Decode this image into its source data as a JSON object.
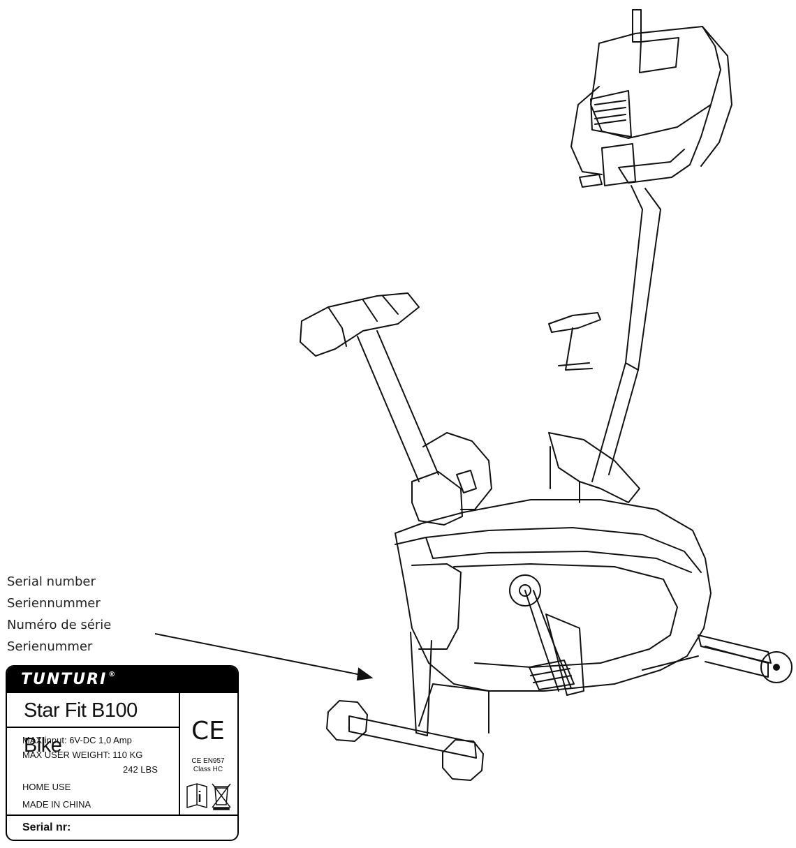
{
  "captions": [
    "Serial number",
    "Seriennummer",
    "Numéro de série",
    "Serienummer"
  ],
  "label": {
    "brand": "TUNTURI",
    "model": "Star Fit B100  Bike",
    "specs": {
      "max_input": "MAX input:  6V-DC  1,0 Amp",
      "max_weight": "MAX USER WEIGHT: 110 KG",
      "max_weight_lbs": "242 LBS",
      "home_use": "HOME USE",
      "made_in": "MADE IN CHINA"
    },
    "ce_mark": "CE",
    "ce_standard": "CE EN957",
    "ce_class": "Class HC",
    "serial": "Serial nr:"
  },
  "icons": [
    "manual-info-icon",
    "weee-crossed-bin-icon"
  ]
}
